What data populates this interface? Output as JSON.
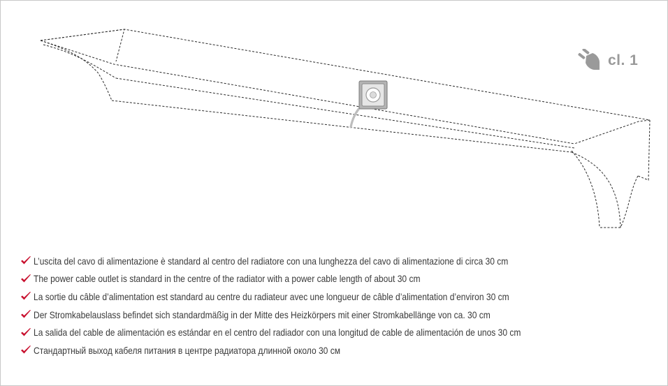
{
  "badge": {
    "icon": "plug-icon",
    "label": "cl. 1",
    "color": "#9a9a9a"
  },
  "illustration": {
    "object": "radiator-outline",
    "line_style": "dashed",
    "line_color": "#2a2a2a",
    "outlet_icon": "power-outlet-icon"
  },
  "check_color": "#c8102e",
  "notes": [
    {
      "lang": "it",
      "text": "L’uscita del cavo di alimentazione è standard al centro del radiatore con una lunghezza del cavo di alimentazione di circa 30 cm"
    },
    {
      "lang": "en",
      "text": "The power cable outlet is standard in the centre of the radiator with a power cable length of about 30 cm"
    },
    {
      "lang": "fr",
      "text": "La sortie du câble d’alimentation est standard au centre du radiateur avec une longueur de câble d’alimentation d’environ 30 cm"
    },
    {
      "lang": "de",
      "text": "Der Stromkabelauslass befindet sich standardmäßig in der Mitte des Heizkörpers mit einer Stromkabellänge von ca. 30 cm"
    },
    {
      "lang": "es",
      "text": "La salida del cable de alimentación es estándar en el centro del radiador con una longitud de cable de alimentación de unos 30 cm"
    },
    {
      "lang": "ru",
      "text": "Стандартный выход кабеля питания  в центре радиатора длинной около 30 см"
    }
  ]
}
